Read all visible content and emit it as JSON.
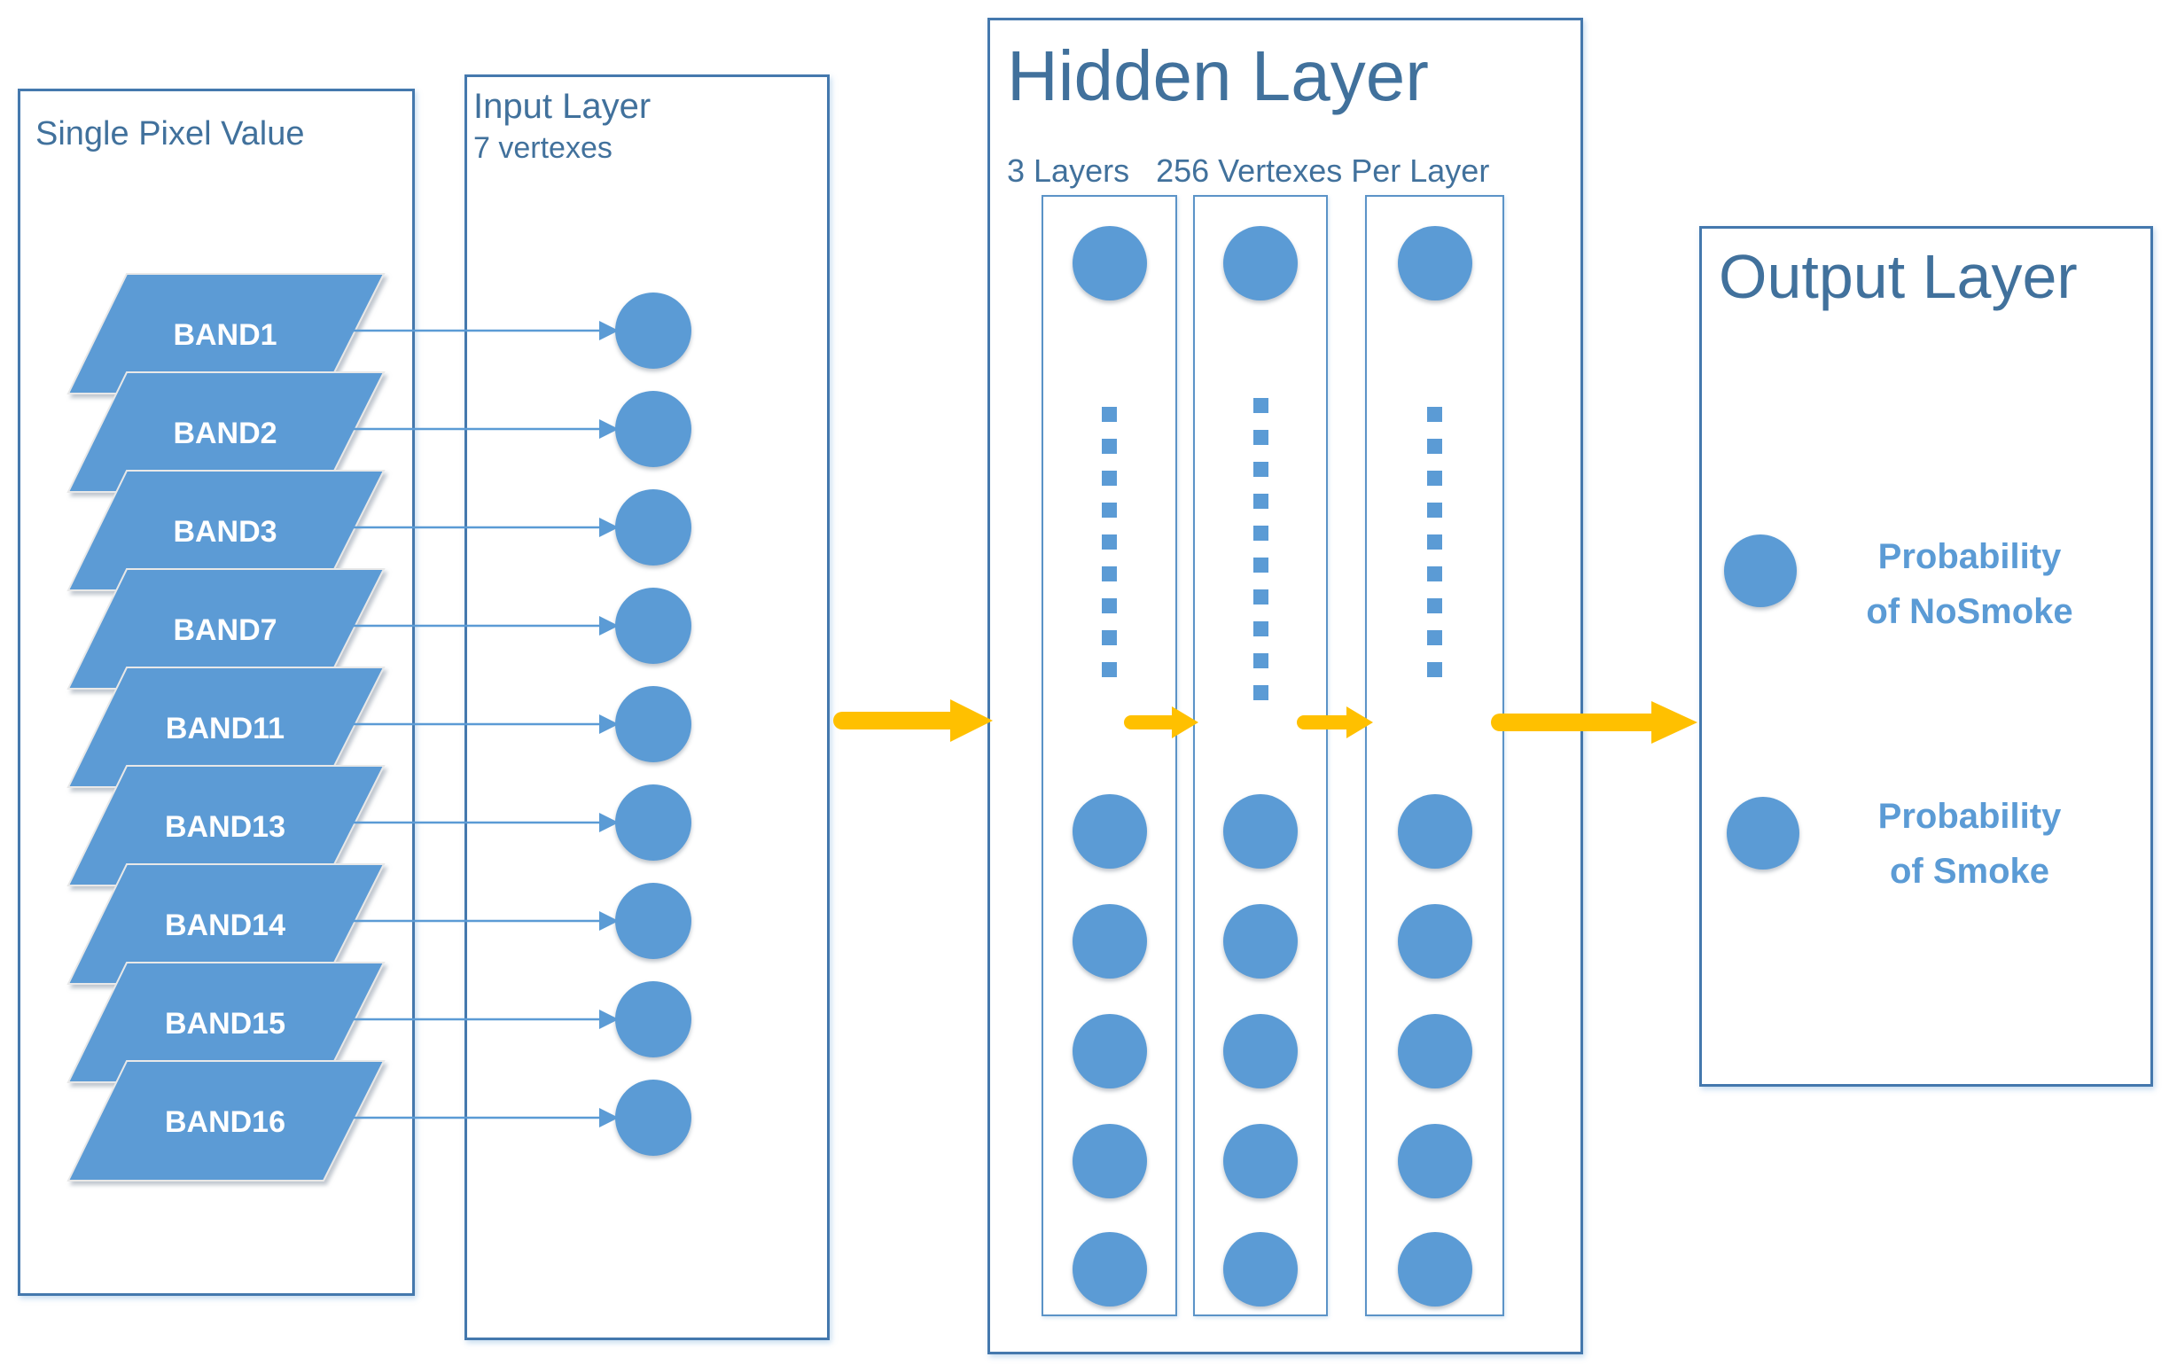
{
  "colors": {
    "node_fill": "#5B9BD5",
    "band_fill": "#5B9BD5",
    "band_border": "#E8E8E8",
    "band_text": "#FFFFFF",
    "title_text": "#41719C",
    "output_label_text": "#5B9BD5",
    "box_border": "#4478AD",
    "column_border": "#5B93C7",
    "connector": "#5B9BD5",
    "arrow": "#FFC000"
  },
  "single_pixel": {
    "title": "Single Pixel Value",
    "bands": [
      "BAND1",
      "BAND2",
      "BAND3",
      "BAND7",
      "BAND11",
      "BAND13",
      "BAND14",
      "BAND15",
      "BAND16"
    ]
  },
  "input_layer": {
    "title": "Input Layer",
    "subtitle": "7 vertexes",
    "visible_vertex_count": 9
  },
  "hidden_layer": {
    "title": "Hidden Layer",
    "subtitle": "3 Layers   256 Vertexes Per Layer",
    "columns": [
      {
        "top_circles": 1,
        "dots": 9,
        "bottom_circles": 5
      },
      {
        "top_circles": 1,
        "dots": 10,
        "bottom_circles": 5
      },
      {
        "top_circles": 1,
        "dots": 9,
        "bottom_circles": 5
      }
    ]
  },
  "output_layer": {
    "title": "Output Layer",
    "outputs": [
      {
        "line1": "Probability",
        "line2": "of NoSmoke"
      },
      {
        "line1": "Probability",
        "line2": "of Smoke"
      }
    ]
  }
}
